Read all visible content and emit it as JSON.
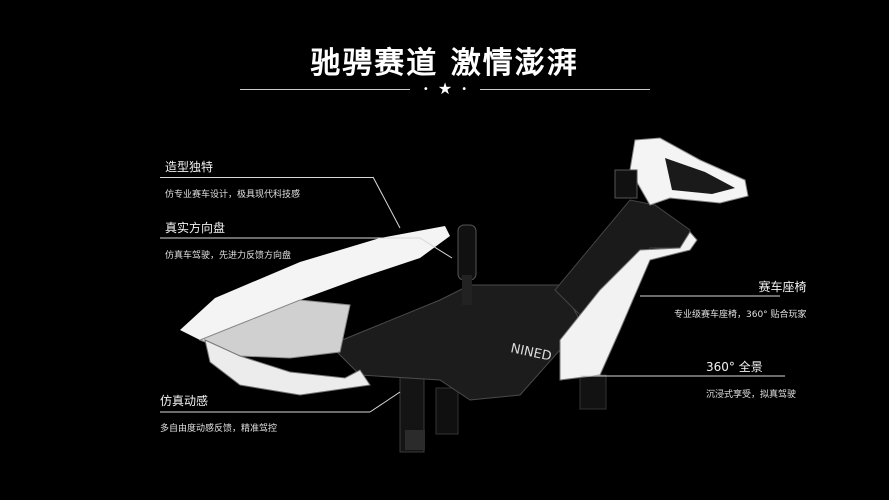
{
  "header": {
    "title": "驰骋赛道 激情澎湃",
    "divider_glyphs": [
      "•",
      "★",
      "•"
    ]
  },
  "callouts": [
    {
      "title": "造型独特",
      "desc": "仿专业赛车设计，极具现代科技感"
    },
    {
      "title": "真实方向盘",
      "desc": "仿真车驾驶，先进力反馈方向盘"
    },
    {
      "title": "仿真动感",
      "desc": "多自由度动感反馈，精准驾控"
    },
    {
      "title": "赛车座椅",
      "desc": "专业级赛车座椅，360° 贴合玩家"
    },
    {
      "title": "360° 全景",
      "desc": "沉浸式享受，拟真驾驶"
    }
  ],
  "product": {
    "name": "racing-simulator-cockpit",
    "logo_text": "NINED"
  },
  "colors": {
    "background": "#000000",
    "text": "#ffffff",
    "line": "#d8d8d8"
  }
}
